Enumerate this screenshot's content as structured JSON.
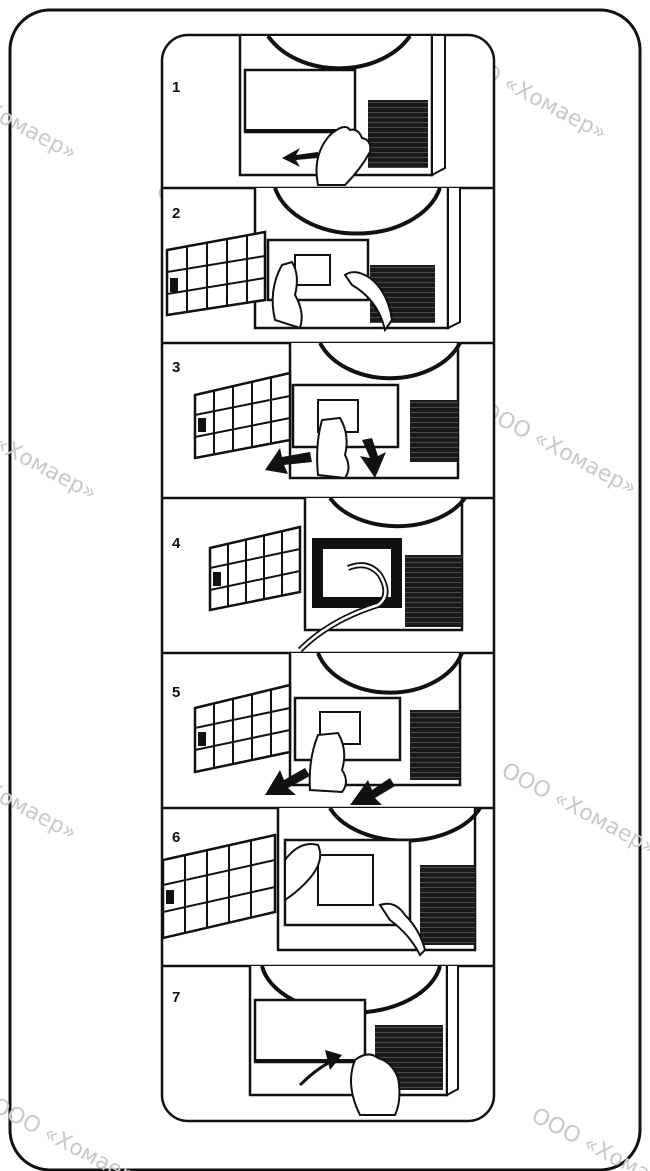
{
  "steps": [
    {
      "number": "1"
    },
    {
      "number": "2"
    },
    {
      "number": "3"
    },
    {
      "number": "4"
    },
    {
      "number": "5"
    },
    {
      "number": "6"
    },
    {
      "number": "7"
    }
  ],
  "watermark": {
    "text": "ООО «Хомаер»",
    "color": "#c9c9c9"
  },
  "colors": {
    "line": "#111111",
    "panel_fill": "#ffffff",
    "grille": "#1a1a1a"
  }
}
